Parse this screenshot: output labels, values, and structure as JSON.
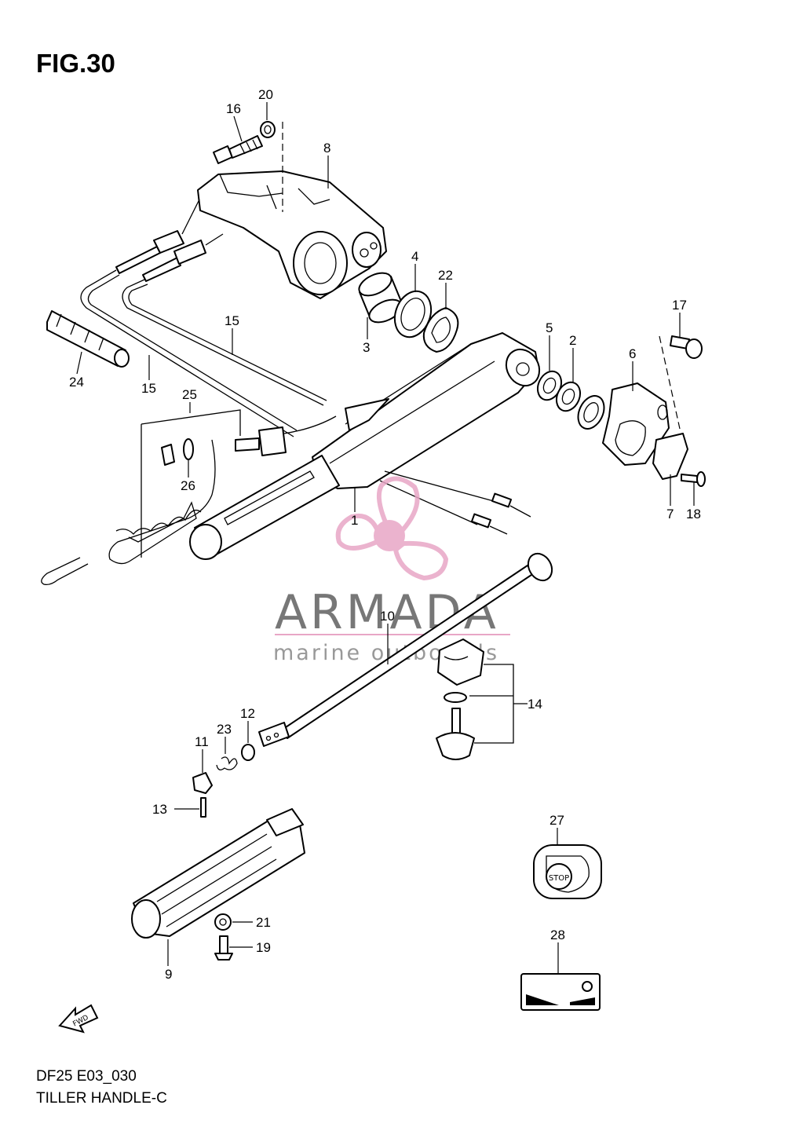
{
  "figure": {
    "title": "FIG.30",
    "code": "DF25 E03_030",
    "name": "TILLER HANDLE-C"
  },
  "watermark": {
    "brand": "ARMADA",
    "tagline": "marine outboards",
    "logo_color": "#e8a6c6"
  },
  "fwd_label": "FWD",
  "stop_label": "STOP",
  "callouts": [
    {
      "id": "c16",
      "text": "16"
    },
    {
      "id": "c20",
      "text": "20"
    },
    {
      "id": "c8",
      "text": "8"
    },
    {
      "id": "c4",
      "text": "4"
    },
    {
      "id": "c22",
      "text": "22"
    },
    {
      "id": "c3",
      "text": "3"
    },
    {
      "id": "c17",
      "text": "17"
    },
    {
      "id": "c15a",
      "text": "15"
    },
    {
      "id": "c15b",
      "text": "15"
    },
    {
      "id": "c24",
      "text": "24"
    },
    {
      "id": "c5",
      "text": "5"
    },
    {
      "id": "c2",
      "text": "2"
    },
    {
      "id": "c6",
      "text": "6"
    },
    {
      "id": "c25",
      "text": "25"
    },
    {
      "id": "c26",
      "text": "26"
    },
    {
      "id": "c1",
      "text": "1"
    },
    {
      "id": "c7",
      "text": "7"
    },
    {
      "id": "c18",
      "text": "18"
    },
    {
      "id": "c10",
      "text": "10"
    },
    {
      "id": "c14",
      "text": "14"
    },
    {
      "id": "c12",
      "text": "12"
    },
    {
      "id": "c23",
      "text": "23"
    },
    {
      "id": "c11",
      "text": "11"
    },
    {
      "id": "c13",
      "text": "13"
    },
    {
      "id": "c27",
      "text": "27"
    },
    {
      "id": "c28",
      "text": "28"
    },
    {
      "id": "c21",
      "text": "21"
    },
    {
      "id": "c19",
      "text": "19"
    },
    {
      "id": "c9",
      "text": "9"
    }
  ]
}
